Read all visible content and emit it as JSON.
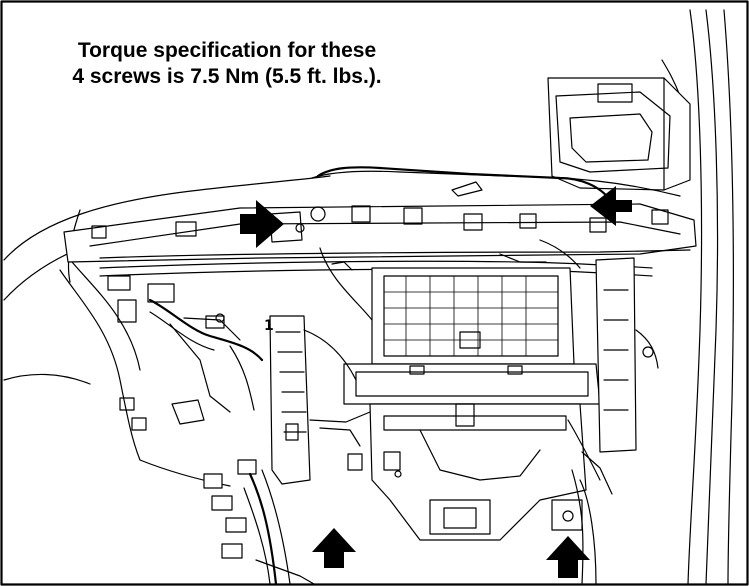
{
  "caption": {
    "line1": "Torque specification for these",
    "line2": "4 screws is 7.5 Nm (5.5 ft. lbs.)."
  },
  "arrows": [
    {
      "label": "screw-arrow-top-left",
      "direction": "right"
    },
    {
      "label": "screw-arrow-top-right",
      "direction": "left"
    },
    {
      "label": "screw-arrow-bottom-left",
      "direction": "up"
    },
    {
      "label": "screw-arrow-bottom-right",
      "direction": "up"
    }
  ],
  "callout_number": "1",
  "colors": {
    "ink": "#000000",
    "background": "#ffffff"
  }
}
